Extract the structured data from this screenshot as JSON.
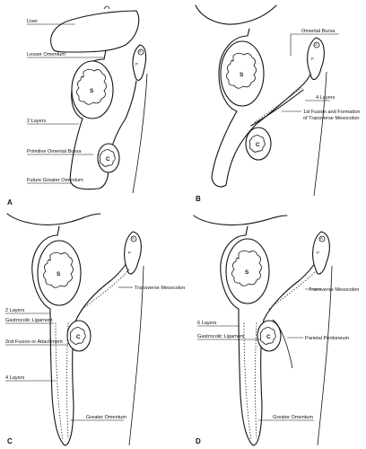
{
  "panels": {
    "a": {
      "letter": "A",
      "organs": {
        "stomach": "S",
        "colon": "C",
        "pancreas": "P",
        "aorta": "A"
      },
      "labels": {
        "liver": "Liver",
        "lesser_omentum": "Lesser Omentum",
        "two_layers": "2 Layers",
        "primitive_omental_bursa": "Primitive Omental Bursa",
        "future_greater_omentum": "Future Greater Omentum"
      }
    },
    "b": {
      "letter": "B",
      "organs": {
        "stomach": "S",
        "colon": "C",
        "pancreas": "P",
        "aorta": "A"
      },
      "labels": {
        "omental_bursa": "Omental Bursa",
        "four_layers": "4 Layers",
        "first_fusion_line1": "1st Fusion and Formation",
        "first_fusion_line2": "of Transverse Mesocolon"
      }
    },
    "c": {
      "letter": "C",
      "organs": {
        "stomach": "S",
        "colon": "C",
        "pancreas": "P",
        "aorta": "A"
      },
      "labels": {
        "two_layers": "2 Layers",
        "gastrocolic_ligament": "Gastrocolic Ligament",
        "second_fusion": "2nd Fusion or Attachment",
        "four_layers": "4 Layers",
        "greater_omentum": "Greater Omentum",
        "transverse_mesocolon": "Transverse Mesocolon"
      }
    },
    "d": {
      "letter": "D",
      "organs": {
        "stomach": "S",
        "colon": "C",
        "pancreas": "P",
        "aorta": "A"
      },
      "labels": {
        "six_layers": "6 Layers",
        "gastrocolic_ligament": "Gastrocolic Ligament",
        "greater_omentum": "Greater Omentum",
        "transverse_mesocolon": "Transverse Mesocolon",
        "parietal_peritoneum": "Parietal Peritoneum"
      }
    }
  }
}
